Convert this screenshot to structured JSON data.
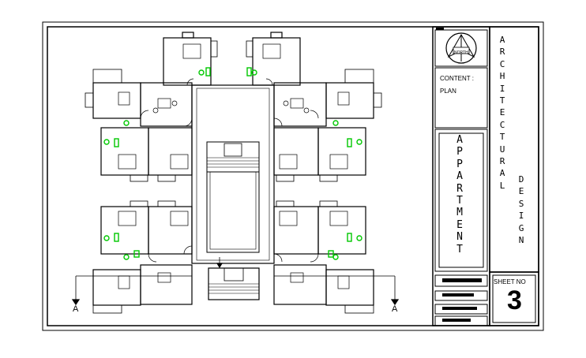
{
  "north_label": "NORTH",
  "content_label": "CONTENT :",
  "plan_label": "PLAN",
  "project_title": "APPARTMENT",
  "drawing_title_1": "ARCHITECTURAL",
  "drawing_title_2": "DESIGN",
  "sheet_no_label": "SHEET NO",
  "sheet_no": "3",
  "section_marker_left": "A",
  "section_marker_right": "A",
  "colors": {
    "line": "#000000",
    "fixture": "#00c800",
    "paper": "#ffffff"
  }
}
